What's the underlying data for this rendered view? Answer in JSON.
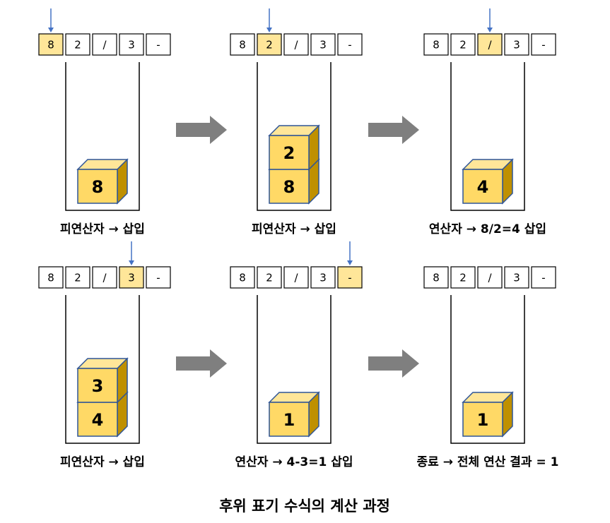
{
  "title": "후위 표기 수식의 계산 과정",
  "colors": {
    "highlight": "#FFE699",
    "cube_front": "#FFD966",
    "cube_top": "#FFE699",
    "cube_side": "#BF9000",
    "cube_edge": "#2F5597",
    "pointer": "#4472C4",
    "arrow": "#7F7F7F"
  },
  "steps": [
    {
      "tokens": [
        "8",
        "2",
        "/",
        "3",
        "-"
      ],
      "pointer": 0,
      "stack": [
        "8"
      ],
      "caption": "피연산자 → 삽입"
    },
    {
      "tokens": [
        "8",
        "2",
        "/",
        "3",
        "-"
      ],
      "pointer": 1,
      "stack": [
        "8",
        "2"
      ],
      "caption": "피연산자 → 삽입"
    },
    {
      "tokens": [
        "8",
        "2",
        "/",
        "3",
        "-"
      ],
      "pointer": 2,
      "stack": [
        "4"
      ],
      "caption": "연산자 → 8/2=4 삽입"
    },
    {
      "tokens": [
        "8",
        "2",
        "/",
        "3",
        "-"
      ],
      "pointer": 3,
      "stack": [
        "4",
        "3"
      ],
      "caption": "피연산자 → 삽입"
    },
    {
      "tokens": [
        "8",
        "2",
        "/",
        "3",
        "-"
      ],
      "pointer": 4,
      "stack": [
        "1"
      ],
      "caption": "연산자 → 4-3=1 삽입"
    },
    {
      "tokens": [
        "8",
        "2",
        "/",
        "3",
        "-"
      ],
      "pointer": null,
      "stack": [
        "1"
      ],
      "caption": "종료 → 전체 연산 결과 = 1"
    }
  ]
}
